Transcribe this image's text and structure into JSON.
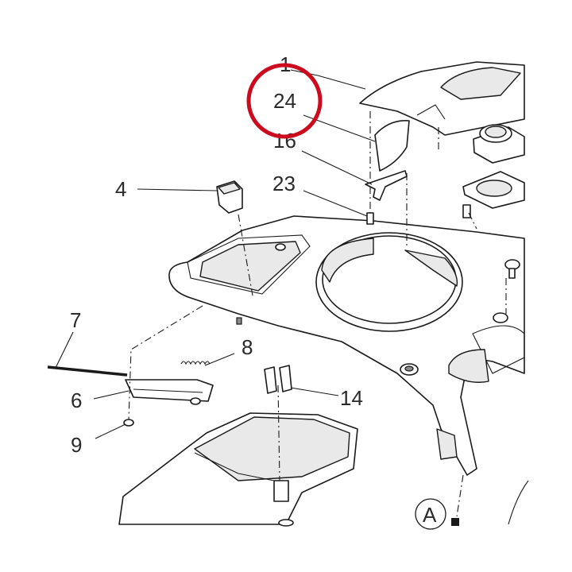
{
  "callouts": [
    {
      "id": "1",
      "label": "1"
    },
    {
      "id": "24",
      "label": "24"
    },
    {
      "id": "16",
      "label": "16"
    },
    {
      "id": "23",
      "label": "23"
    },
    {
      "id": "4",
      "label": "4"
    },
    {
      "id": "7",
      "label": "7"
    },
    {
      "id": "8",
      "label": "8"
    },
    {
      "id": "6",
      "label": "6"
    },
    {
      "id": "9",
      "label": "9"
    },
    {
      "id": "14",
      "label": "14"
    },
    {
      "id": "A",
      "label": "A"
    }
  ],
  "highlight": {
    "part": "24",
    "color": "#cc0b1f"
  }
}
